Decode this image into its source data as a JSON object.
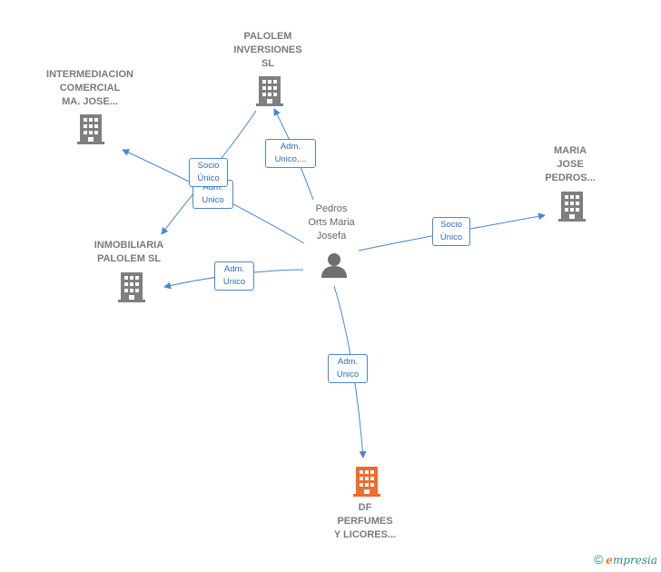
{
  "nodes": {
    "palolem_inversiones": {
      "lines": [
        "PALOLEM",
        "INVERSIONES",
        "SL"
      ]
    },
    "intermediacion": {
      "lines": [
        "INTERMEDIACION",
        "COMERCIAL",
        "MA.  JOSE..."
      ]
    },
    "maria_jose": {
      "lines": [
        "MARIA",
        "JOSE",
        "PEDROS..."
      ]
    },
    "inmobiliaria": {
      "lines": [
        "INMOBILIARIA",
        "PALOLEM  SL"
      ]
    },
    "df_perfumes": {
      "lines": [
        "DF",
        "PERFUMES",
        "Y LICORES..."
      ]
    },
    "person": {
      "lines": [
        "Pedros",
        "Orts Maria",
        "Josefa"
      ]
    }
  },
  "edges": {
    "to_palolem": [
      "Adm.",
      "Unico,..."
    ],
    "to_intermediacion": [
      "Socio",
      "Único"
    ],
    "to_inmobiliaria_a": [
      "Adm.",
      "Unico"
    ],
    "to_maria": [
      "Socio",
      "Único"
    ],
    "to_inmobiliaria_b": [
      "Adm.",
      "Unico"
    ],
    "to_df": [
      "Adm.",
      "Unico"
    ]
  },
  "colors": {
    "edge": "#4a86d4",
    "company": "#7f7f7f",
    "highlight": "#f26a2e",
    "person": "#6f6f6f"
  },
  "footer": {
    "copyright": "©",
    "brand_e": "e",
    "brand_rest": "mpresia"
  }
}
